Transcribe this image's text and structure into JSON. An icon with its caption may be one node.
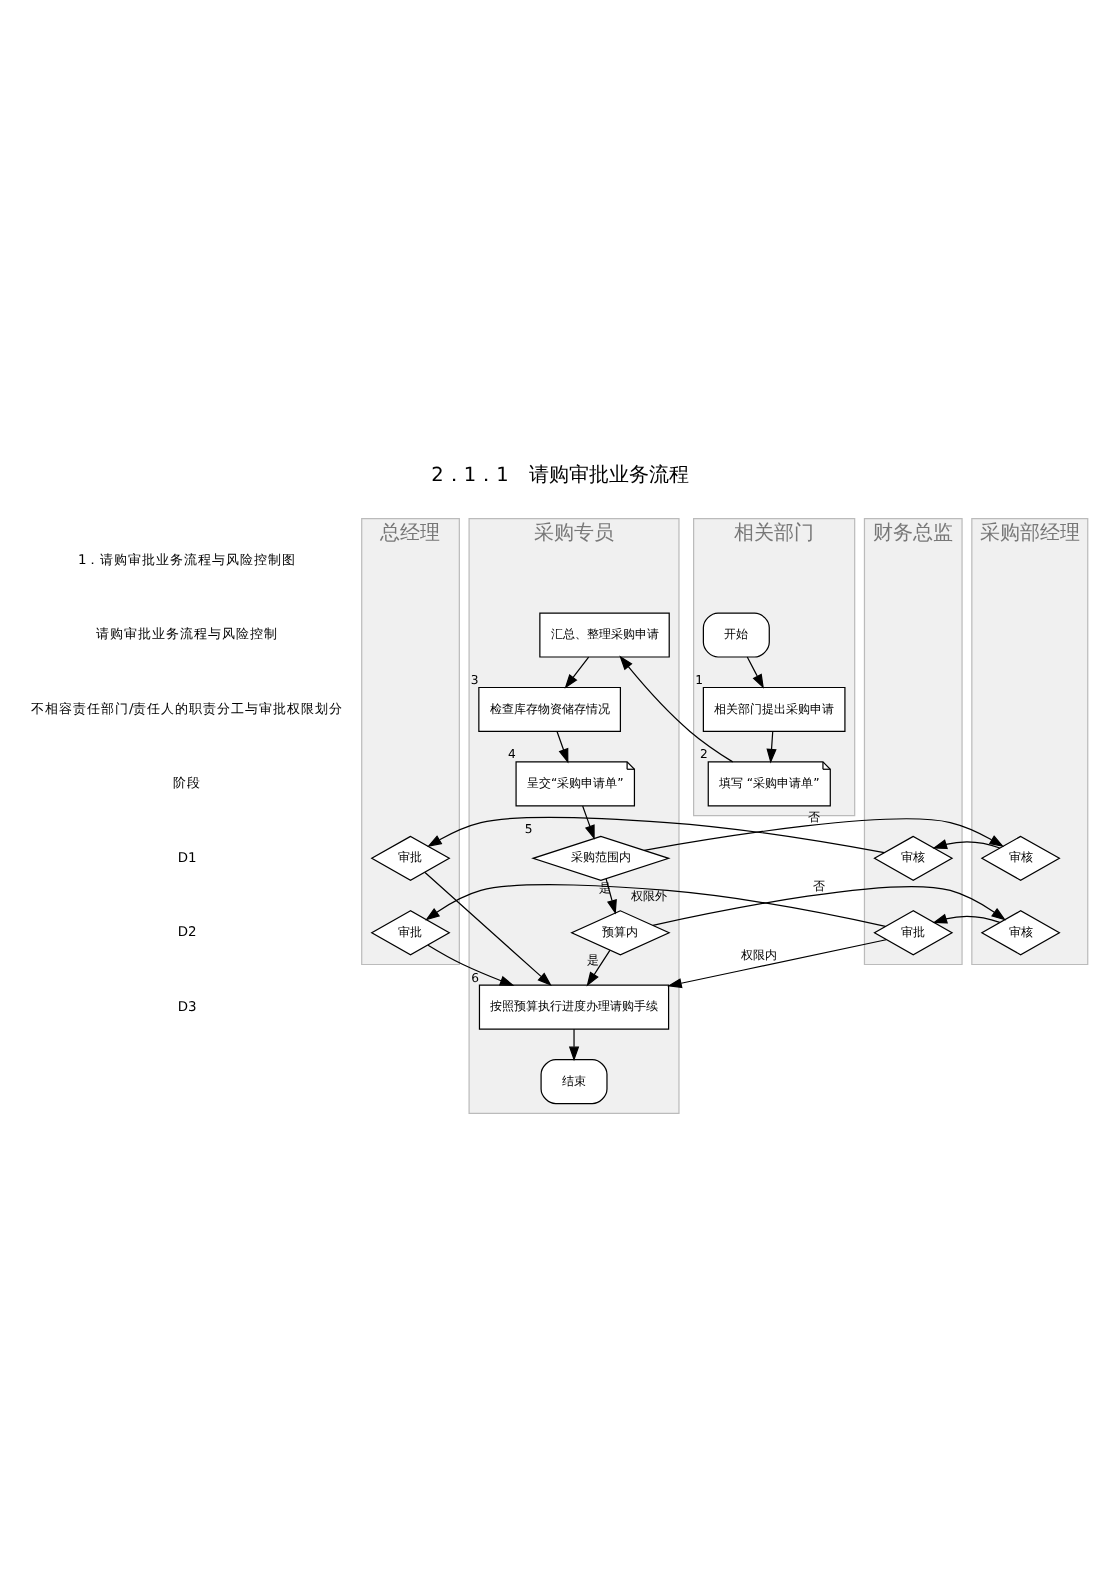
{
  "diagram": {
    "title": "2．1．1　请购审批业务流程",
    "nodes": [
      {
        "text": [
          "总经理"
        ]
      },
      {
        "text": [
          "财务总监"
        ]
      },
      {
        "text": [
          "采购部经理"
        ]
      },
      {
        "text": [
          "采购专员"
        ]
      },
      {
        "text": [
          "相关部门"
        ]
      },
      {
        "text": [
          "开始"
        ],
        "in": 4
      },
      {
        "text": [
          "相关部门提出采购申请"
        ],
        "in": 4,
        "beside": [
          "1"
        ]
      },
      {
        "text": [
          "填写 “采购申请单”"
        ],
        "in": 4,
        "beside": [
          "2"
        ]
      },
      {
        "text": [
          "汇总、整理采购申请"
        ],
        "in": 3
      },
      {
        "text": [
          "检查库存物资储存情况"
        ],
        "in": 3,
        "beside": [
          "3"
        ]
      },
      {
        "text": [
          "呈交“采购申请单”"
        ],
        "in": 3,
        "beside": [
          "4"
        ]
      },
      {
        "text": [
          "采购范围内"
        ],
        "in": 3,
        "beside": [
          "5"
        ]
      },
      {
        "text": [
          "审批"
        ],
        "in": 0
      },
      {
        "text": [
          "审核"
        ],
        "in": 1
      },
      {
        "text": [
          "审核"
        ],
        "in": 2
      },
      {
        "text": [
          "预算内"
        ],
        "in": 3
      },
      {
        "text": [
          "审批"
        ],
        "in": 0
      },
      {
        "text": [
          "审批"
        ],
        "in": 1
      },
      {
        "text": [
          "审核"
        ],
        "in": 2
      },
      {
        "text": [
          "按照预算执行进度办理请购手续"
        ],
        "in": 3,
        "beside": [
          "6"
        ]
      },
      {
        "text": [
          "结束"
        ],
        "in": 3
      }
    ],
    "edges": [
      {
        "from": 5,
        "to": 6,
        "arrow": "to"
      },
      {
        "from": 6,
        "to": 7,
        "arrow": "to"
      },
      {
        "from": 7,
        "to": 8,
        "arrow": "to"
      },
      {
        "from": 8,
        "to": 9,
        "arrow": "to"
      },
      {
        "from": 9,
        "to": 10,
        "arrow": "to"
      },
      {
        "from": 10,
        "to": 11,
        "arrow": "to"
      },
      {
        "from": 11,
        "to": 14,
        "arrow": "to",
        "label": "否"
      },
      {
        "from": 14,
        "to": 13,
        "arrow": "to"
      },
      {
        "from": 13,
        "to": 12,
        "arrow": "to"
      },
      {
        "from": 11,
        "to": 15,
        "arrow": "to",
        "label": "是"
      },
      {
        "from": 12,
        "to": 19,
        "arrow": "to"
      },
      {
        "from": 15,
        "to": 18,
        "arrow": "to",
        "label": "否"
      },
      {
        "from": 18,
        "to": 17,
        "arrow": "to"
      },
      {
        "from": 17,
        "to": 16,
        "arrow": "to",
        "label": "权限外"
      },
      {
        "from": 17,
        "to": 19,
        "arrow": "to",
        "label": "权限内"
      },
      {
        "from": 16,
        "to": 19,
        "arrow": "to"
      },
      {
        "from": 15,
        "to": 19,
        "arrow": "to",
        "label": "是"
      },
      {
        "from": 19,
        "to": 20,
        "arrow": "to"
      }
    ],
    "labels": [
      "1．请购审批业务流程与风险控制图",
      "请购审批业务流程与风险控制",
      "不相容责任部门/责任人的职责分工与审批权限划分",
      "阶段",
      "D1",
      "D2",
      "D3"
    ]
  }
}
